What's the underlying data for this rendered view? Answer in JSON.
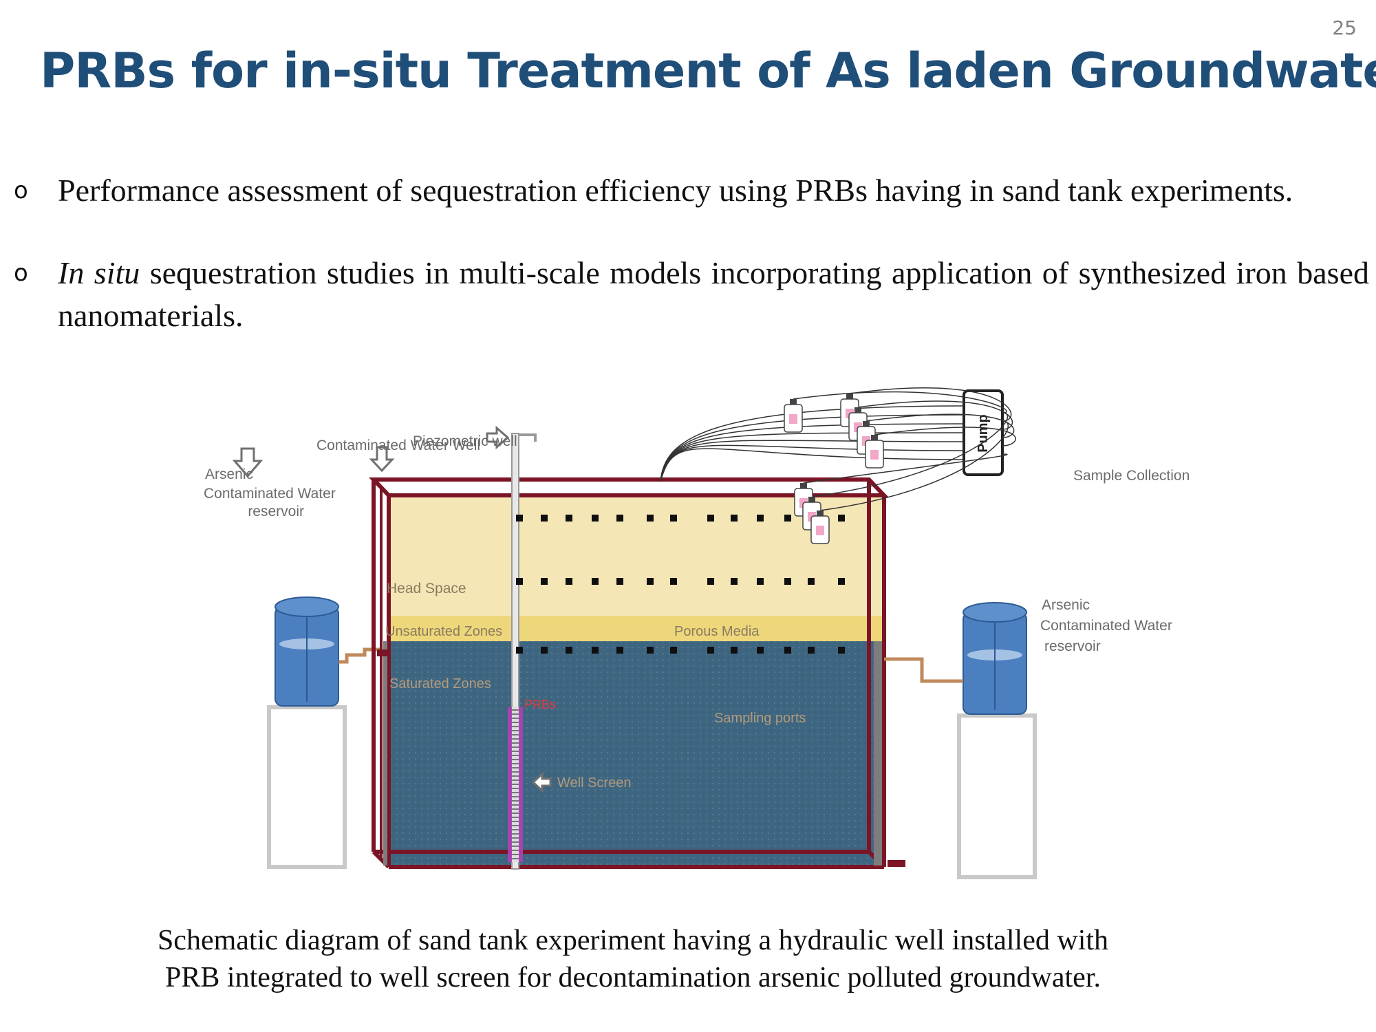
{
  "page_number": "25",
  "title": "PRBs for in-situ Treatment of As laden Groundwater",
  "bullets": [
    {
      "marker": "o",
      "text": "Performance assessment of sequestration efficiency using PRBs having in sand tank experiments."
    },
    {
      "marker": "o",
      "italic_lead": "In situ",
      "text": " sequestration studies in multi-scale models incorporating application of synthesized iron based nanomaterials."
    }
  ],
  "diagram": {
    "labels": {
      "contaminated_water_well": "Contaminated Water Well",
      "piezometric_well": "Piezometric well",
      "reservoir_left_1": "Arsenic",
      "reservoir_left_2": "Contaminated Water",
      "reservoir_left_3": "reservoir",
      "head_space": "Head Space",
      "unsaturated_zones": "Unsaturated Zones",
      "porous_media": "Porous Media",
      "saturated_zones": "Saturated Zones",
      "prbs": "PRBs",
      "sampling_ports": "Sampling ports",
      "well_screen": "Well Screen",
      "reservoir_right_1": "Arsenic",
      "reservoir_right_2": "Contaminated Water",
      "reservoir_right_3": "reservoir",
      "pump": "Pump",
      "sample_collection": "Sample Collection"
    },
    "colors": {
      "tank_frame": "#7b1526",
      "head_space": "#f5e6b5",
      "unsaturated": "#eed77a",
      "saturated": "#3f6681",
      "reservoir": "#4c7fbf",
      "label": "#6b6b6b",
      "prb": "#b13fb8",
      "prb_label": "#e53935"
    }
  },
  "caption": {
    "line1": "Schematic diagram of sand tank experiment having a hydraulic well installed with",
    "line2": "PRB integrated to well screen for decontamination arsenic polluted groundwater."
  }
}
